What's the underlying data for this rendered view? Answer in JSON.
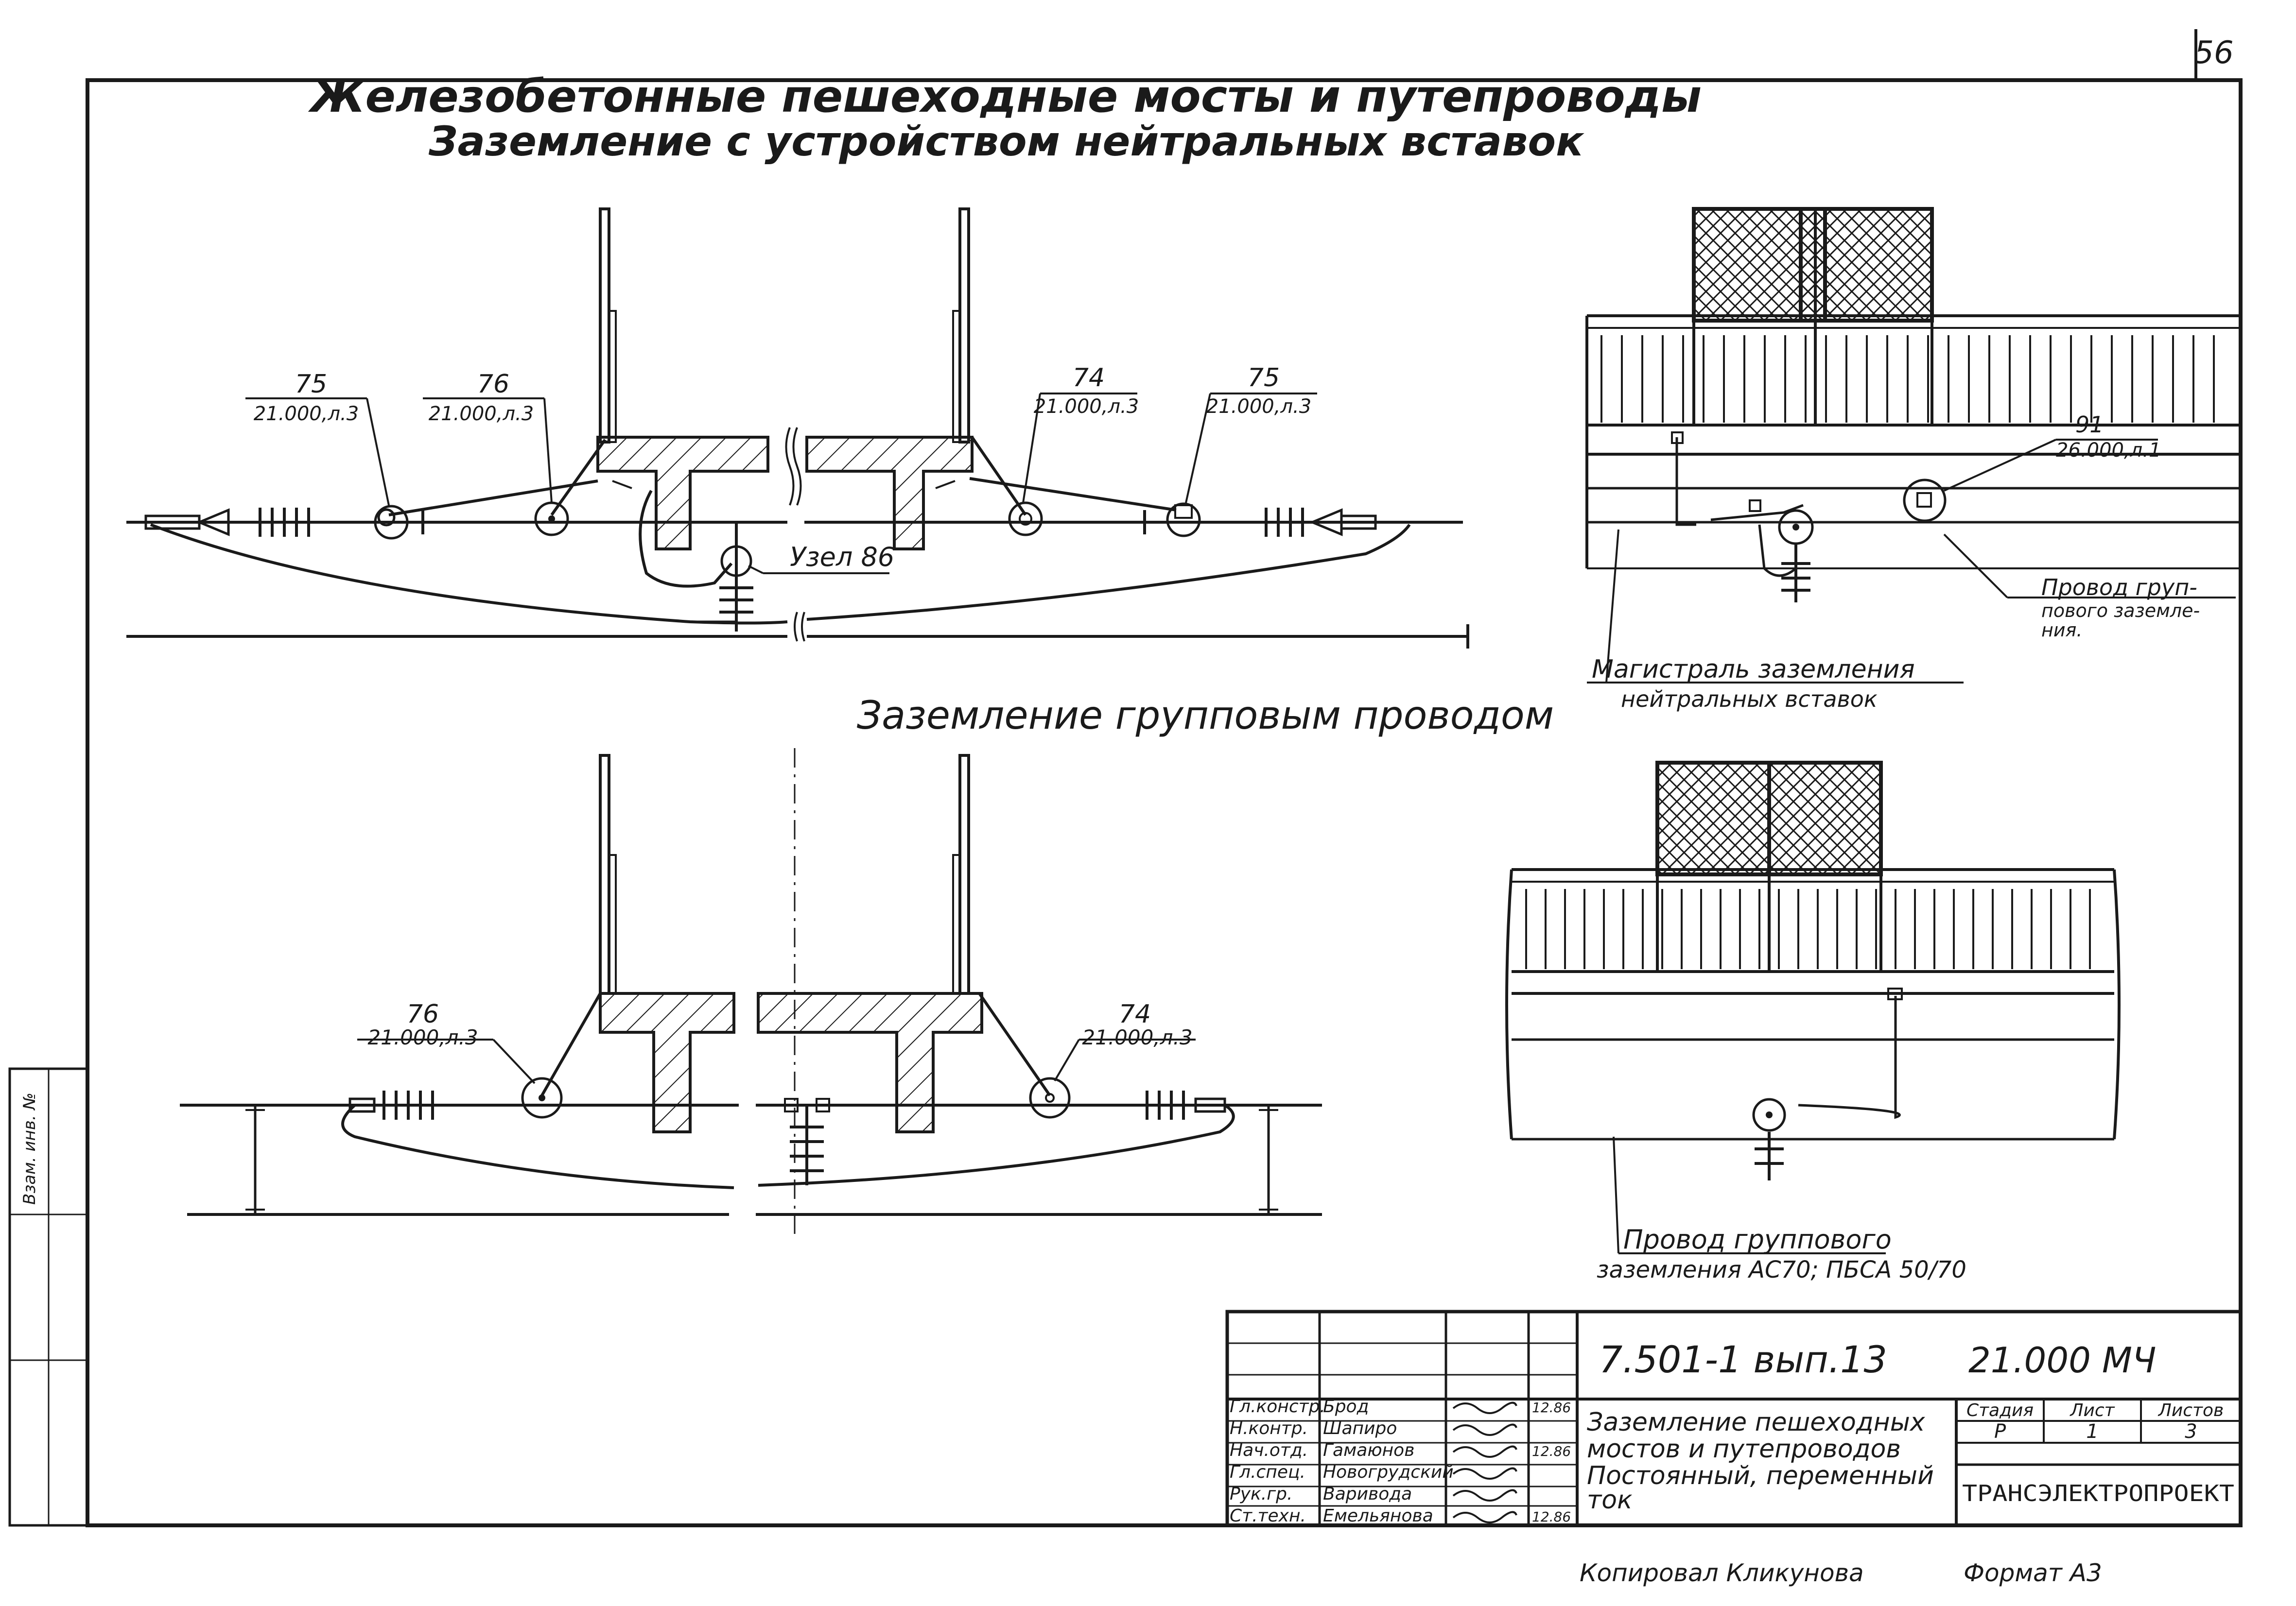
{
  "sheet_number": "56",
  "titles": {
    "line1": "Железобетонные пешеходные мосты и путепроводы",
    "line2": "Заземление с устройством нейтральных вставок",
    "section2": "Заземление групповым проводом"
  },
  "callouts_top": [
    {
      "num": "75",
      "ref": "21.000,л.3"
    },
    {
      "num": "76",
      "ref": "21.000,л.3"
    },
    {
      "num": "74",
      "ref": "21.000,л.3"
    },
    {
      "num": "75",
      "ref": "21.000,л.3"
    }
  ],
  "node_label": "Узел 86",
  "callouts_bottom": [
    {
      "num": "76",
      "ref": "21.000,л.3"
    },
    {
      "num": "74",
      "ref": "21.000,л.3"
    }
  ],
  "side_top": {
    "callout_num": "91",
    "callout_ref": "26.000,л.1",
    "note_line1": "Провод груп-",
    "note_line2": "пового заземле-",
    "note_line3": "ния.",
    "caption_line1": "Магистраль заземления",
    "caption_line2": "нейтральных вставок"
  },
  "side_bottom": {
    "caption_line1": "Провод группового",
    "caption_line2": "заземления АС70; ПБСА 50/70"
  },
  "title_block": {
    "doc_code": "7.501-1 вып.13",
    "drawing_code": "21.000 МЧ",
    "rows": [
      {
        "role": "Гл.констр.",
        "name": "Брод",
        "date": "12.86"
      },
      {
        "role": "Н.контр.",
        "name": "Шапиро",
        "date": ""
      },
      {
        "role": "Нач.отд.",
        "name": "Гамаюнов",
        "date": "12.86"
      },
      {
        "role": "Гл.спец.",
        "name": "Новогрудский",
        "date": ""
      },
      {
        "role": "Рук.гр.",
        "name": "Варивода",
        "date": ""
      },
      {
        "role": "Ст.техн.",
        "name": "Емельянова",
        "date": "12.86"
      }
    ],
    "description_line1": "Заземление пешеходных",
    "description_line2": "мостов и путепроводов",
    "description_line3": "Постоянный, переменный",
    "description_line4": "ток",
    "col_stage": "Стадия",
    "col_sheet": "Лист",
    "col_sheets": "Листов",
    "stage": "Р",
    "sheet": "1",
    "sheets": "3",
    "organization": "ТРАНСЭЛЕКТРОПРОЕКТ"
  },
  "footer": {
    "copied": "Копировал Кликунова",
    "format": "Формат А3"
  },
  "margin_stamp": "Взам. инв. №"
}
